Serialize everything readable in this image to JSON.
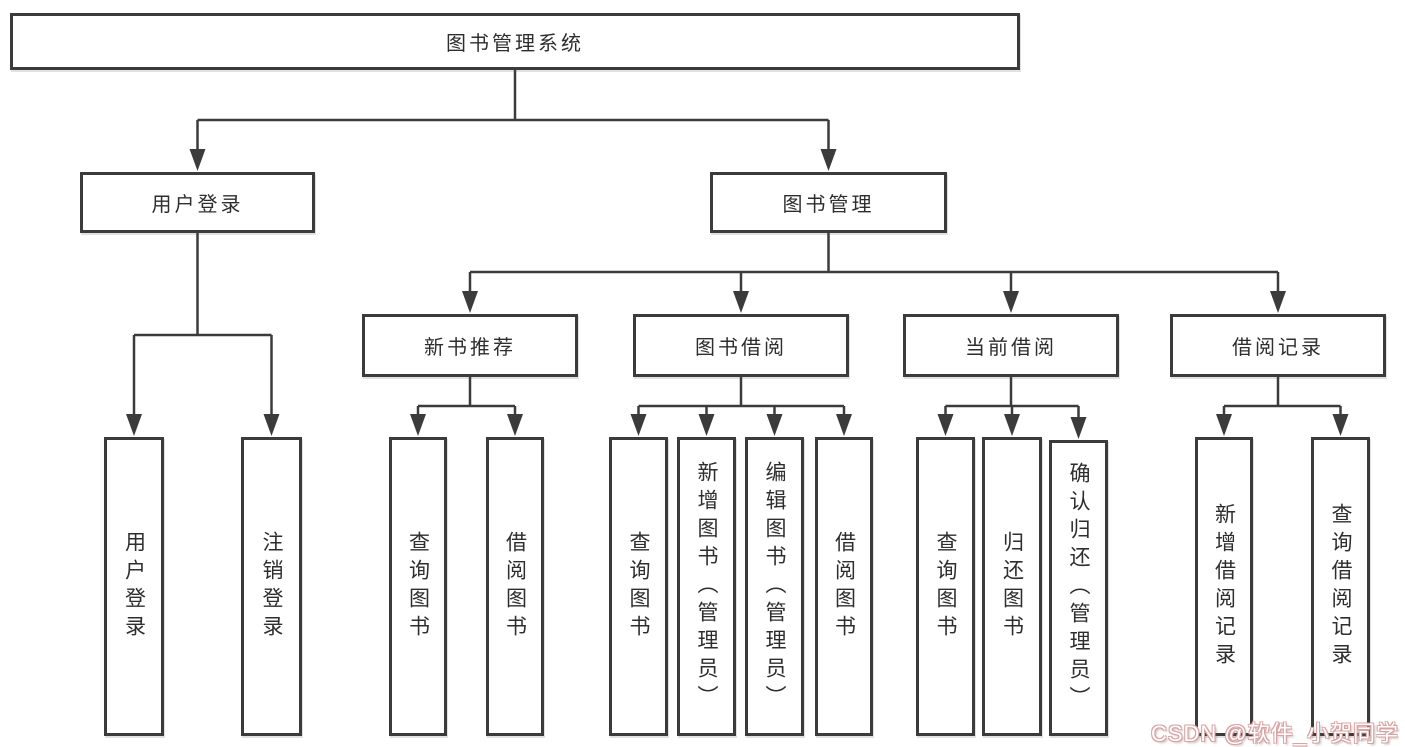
{
  "colors": {
    "line": "#3b3b3b",
    "box_background": "#ffffff",
    "watermark_outline": "#d8a3a3"
  },
  "root": {
    "label": "图书管理系统"
  },
  "level2": [
    {
      "label": "用户登录"
    },
    {
      "label": "图书管理"
    }
  ],
  "level3": [
    {
      "label": "新书推荐"
    },
    {
      "label": "图书借阅"
    },
    {
      "label": "当前借阅"
    },
    {
      "label": "借阅记录"
    }
  ],
  "leaves": {
    "user_login": [
      {
        "label": "用户登录"
      },
      {
        "label": "注销登录"
      }
    ],
    "new_book_recommend": [
      {
        "label": "查询图书"
      },
      {
        "label": "借阅图书"
      }
    ],
    "book_borrow": [
      {
        "label": "查询图书"
      },
      {
        "label": "新增图书（管理员）"
      },
      {
        "label": "编辑图书（管理员）"
      },
      {
        "label": "借阅图书"
      }
    ],
    "current_borrow": [
      {
        "label": "查询图书"
      },
      {
        "label": "归还图书"
      },
      {
        "label": "确认归还（管理员）"
      }
    ],
    "borrow_records": [
      {
        "label": "新增借阅记录"
      },
      {
        "label": "查询借阅记录"
      }
    ]
  },
  "watermark": {
    "text": "CSDN @软件_小贺同学"
  }
}
